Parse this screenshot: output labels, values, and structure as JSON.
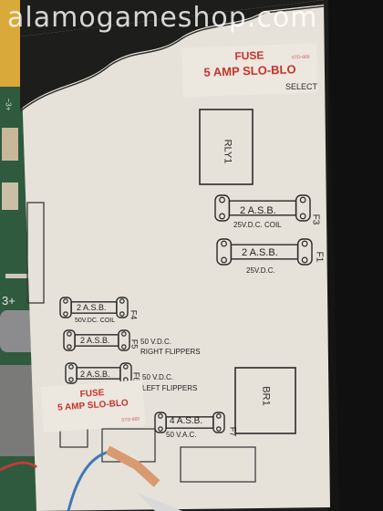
{
  "watermark": "alamogameshop.com",
  "top_sticker": {
    "line1": "FUSE",
    "line2": "5 AMP SLO-BLO",
    "code": "STD-869"
  },
  "top_right_label": "SELECT",
  "relay": {
    "label": "RLY1"
  },
  "bridge": {
    "label": "BR1"
  },
  "side_marks": {
    "left_top": "~3+",
    "mid": "3+"
  },
  "fuses": [
    {
      "id": "F3",
      "rating": "2 A.S.B.",
      "spec": "25V.D.C. COIL"
    },
    {
      "id": "F1",
      "rating": "2 A.S.B.",
      "spec": "25V.D.C."
    },
    {
      "id": "F4",
      "rating": "2 A.S.B.",
      "spec": "50V.DC. COIL"
    },
    {
      "id": "F5",
      "rating": "2 A.S.B.",
      "spec": "50 V.D.C.",
      "spec2": "RIGHT FLIPPERS"
    },
    {
      "id": "F6",
      "rating": "2 A.S.B.",
      "spec": "50 V.D.C.",
      "spec2": "LEFT FLIPPERS"
    },
    {
      "id": "F7",
      "rating": "4 A.S.B.",
      "spec": "50 V.A.C."
    }
  ],
  "bottom_sticker": {
    "line1": "FUSE",
    "line2": "5 AMP SLO-BLO",
    "code": "STD-869"
  }
}
